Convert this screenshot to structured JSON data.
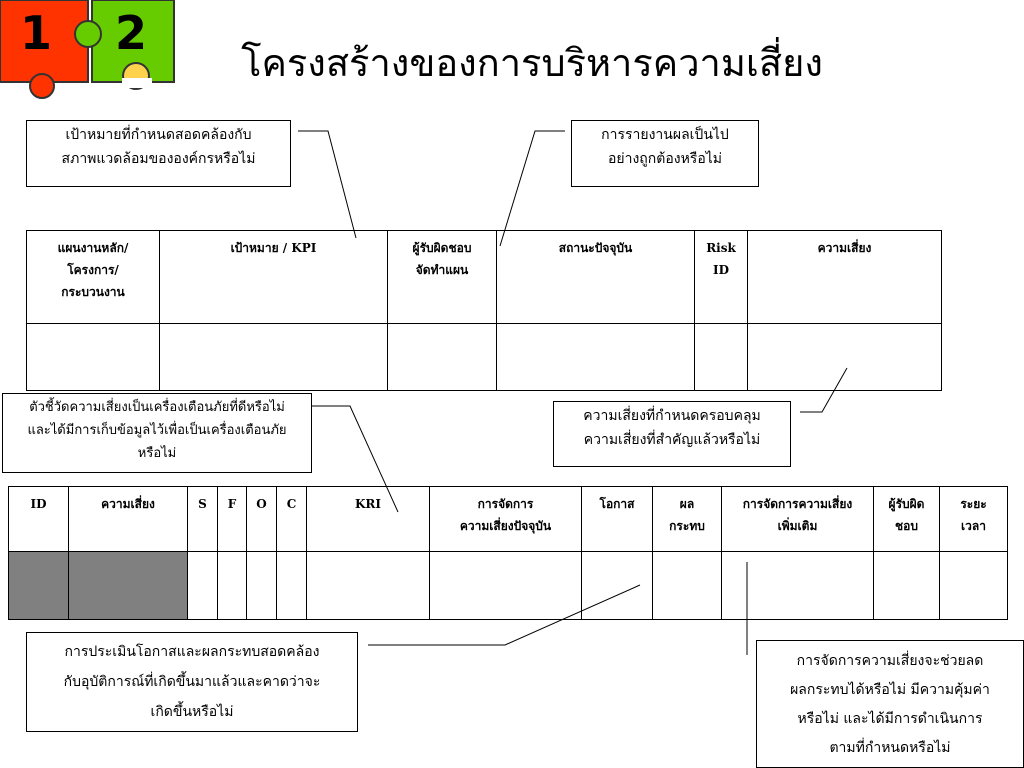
{
  "logo": {
    "piece_1": "1",
    "piece_2": "2",
    "colors": {
      "red": "#ff3300",
      "green": "#66cc00",
      "yellow": "#ffd24d"
    }
  },
  "title": "โครงสร้างของการบริหารความเสี่ยง",
  "callouts": {
    "goal": [
      "เป้าหมายที่กำหนดสอดคล้องกับ",
      "สภาพแวดล้อมขององค์กรหรือไม่"
    ],
    "report": [
      "การรายงานผลเป็นไป",
      "อย่างถูกต้องหรือไม่"
    ],
    "coverage": [
      "ความเสี่ยงที่กำหนดครอบคลุม",
      "ความเสี่ยงที่สำคัญแล้วหรือไม่"
    ],
    "indicator": [
      "ตัวชี้วัดความเสี่ยงเป็นเครื่องเตือนภัยที่ดีหรือไม่",
      "และได้มีการเก็บข้อมูลไว้เพื่อเป็นเครื่องเตือนภัย",
      "หรือไม่"
    ],
    "assessment": [
      "การประเมินโอกาสและผลกระทบสอดคล้อง",
      "กับอุบัติการณ์ที่เกิดขึ้นมาแล้วและคาดว่าจะ",
      "เกิดขึ้นหรือไม่"
    ],
    "management": [
      "การจัดการความเสี่ยงจะช่วยลด",
      "ผลกระทบได้หรือไม่ มีความคุ้มค่า",
      "หรือไม่ และได้มีการดำเนินการ",
      "ตามที่กำหนดหรือไม่"
    ]
  },
  "table1": {
    "headers": [
      [
        "แผนงานหลัก/",
        "โครงการ/",
        "กระบวนงาน"
      ],
      [
        "เป้าหมาย / KPI"
      ],
      [
        "ผู้รับผิดชอบ",
        "จัดทำแผน"
      ],
      [
        "สถานะปัจจุบัน"
      ],
      [
        "Risk",
        "ID"
      ],
      [
        "ความเสี่ยง"
      ]
    ]
  },
  "table2": {
    "headers": [
      [
        "ID"
      ],
      [
        "ความเสี่ยง"
      ],
      [
        "S"
      ],
      [
        "F"
      ],
      [
        "O"
      ],
      [
        "C"
      ],
      [
        "KRI"
      ],
      [
        "การจัดการ",
        "ความเสี่ยงปัจจุบัน"
      ],
      [
        "โอกาส"
      ],
      [
        "ผล",
        "กระทบ"
      ],
      [
        "การจัดการความเสี่ยง",
        "เพิ่มเติม"
      ],
      [
        "ผู้รับผิด",
        "ชอบ"
      ],
      [
        "ระยะ",
        "เวลา"
      ]
    ]
  }
}
